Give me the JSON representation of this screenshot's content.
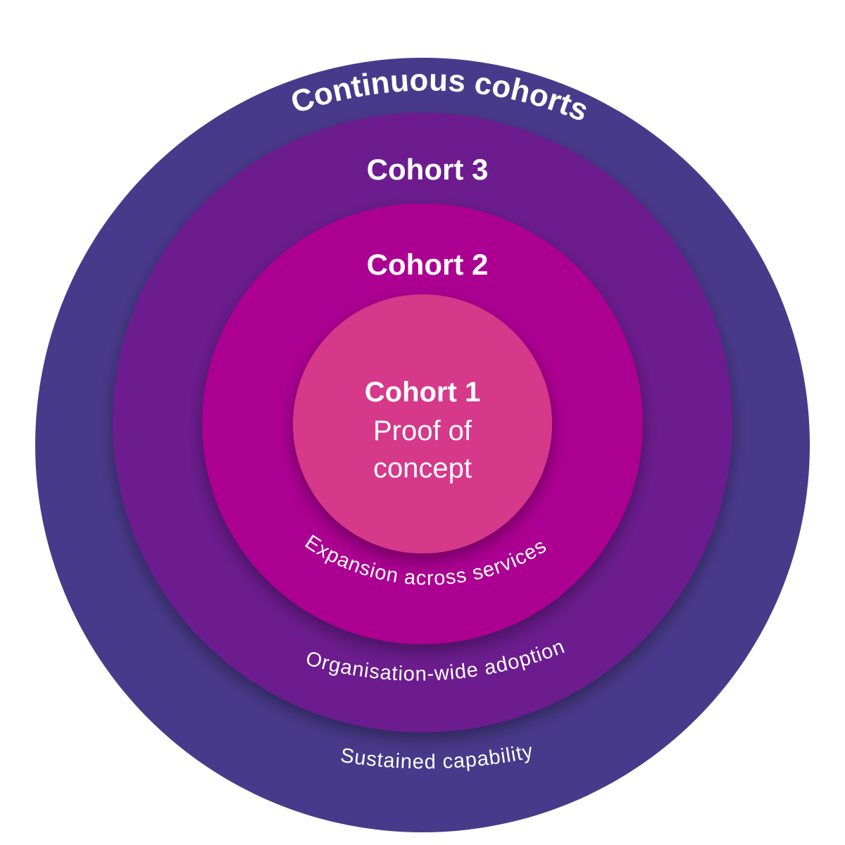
{
  "colors": {
    "continuous": "#483a8a",
    "cohort3": "#6c1c8e",
    "cohort2": "#ac0292",
    "cohort1": "#d6388a",
    "text": "#ffffff"
  },
  "rings": {
    "continuous": {
      "title": "Continuous cohorts",
      "subtitle": "Sustained capability"
    },
    "cohort3": {
      "title": "Cohort 3",
      "subtitle": "Organisation-wide adoption"
    },
    "cohort2": {
      "title": "Cohort 2",
      "subtitle": "Expansion across services"
    },
    "cohort1": {
      "title": "Cohort 1",
      "line1": "Proof of",
      "line2": "concept"
    }
  }
}
